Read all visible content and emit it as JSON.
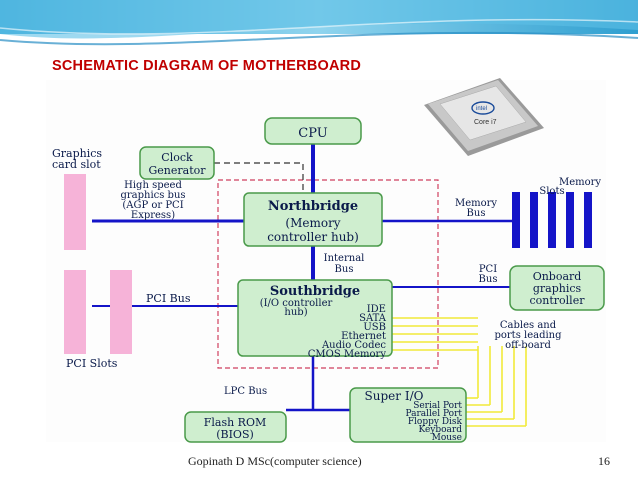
{
  "title": "SCHEMATIC DIAGRAM OF MOTHERBOARD",
  "cpu_chip": {
    "brand": "intel",
    "model": "Core i7"
  },
  "labels": {
    "cpu": "CPU",
    "clock_1": "Clock",
    "clock_2": "Generator",
    "graphics_slot_1": "Graphics",
    "graphics_slot_2": "card slot",
    "hsbus_1": "High speed",
    "hsbus_2": "graphics bus",
    "hsbus_3": "(AGP or PCI",
    "hsbus_4": "Express)",
    "nb_title": "Northbridge",
    "nb_sub_1": "(Memory",
    "nb_sub_2": "controller hub)",
    "internal_1": "Internal",
    "internal_2": "Bus",
    "memory_bus_1": "Memory",
    "memory_bus_2": "Bus",
    "memory_slots_1": "Memory",
    "memory_slots_2": "Slots",
    "pci_bus_right_1": "PCI",
    "pci_bus_right_2": "Bus",
    "onboard_1": "Onboard",
    "onboard_2": "graphics",
    "onboard_3": "controller",
    "sb_title": "Southbridge",
    "sb_sub_1": "(I/O controller",
    "sb_sub_2": "hub)",
    "sb_ide": "IDE",
    "sb_sata": "SATA",
    "sb_usb": "USB",
    "sb_ethernet": "Ethernet",
    "sb_audio": "Audio Codec",
    "sb_cmos": "CMOS Memory",
    "pci_bus": "PCI Bus",
    "pci_slots": "PCI Slots",
    "cables_1": "Cables and",
    "cables_2": "ports leading",
    "cables_3": "off-board",
    "lpc_bus": "LPC Bus",
    "flash_1": "Flash ROM",
    "flash_2": "(BIOS)",
    "superio": "Super I/O",
    "superio_serial": "Serial Port",
    "superio_parallel": "Parallel Port",
    "superio_floppy": "Floppy Disk",
    "superio_keyboard": "Keyboard",
    "superio_mouse": "Mouse"
  },
  "footer": {
    "author": "Gopinath D MSc(computer science)",
    "page": "16"
  },
  "colors": {
    "title": "#c00000",
    "box_fill": "#cfeecf",
    "bus": "#1414c8",
    "slots": "#f6b3d8",
    "cables": "#f2ea3a",
    "dashed": "#d04060"
  }
}
